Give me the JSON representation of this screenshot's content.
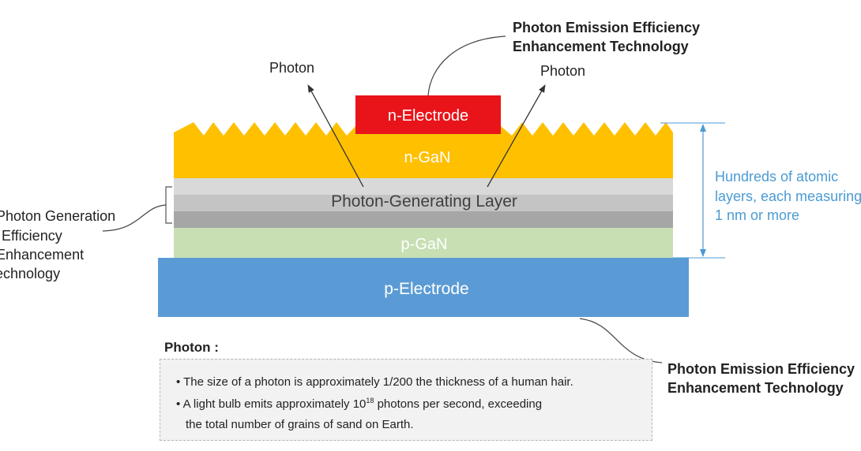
{
  "colors": {
    "n_electrode": "#e8141a",
    "n_gan": "#ffc000",
    "photon_layer_light": "#d9d9d9",
    "photon_layer_mid": "#c4c4c4",
    "photon_layer_dark": "#a6a6a6",
    "p_gan": "#c7dfb3",
    "p_electrode": "#5b9bd5",
    "thickness_annotation": "#4b9bd3"
  },
  "layers": {
    "n_electrode": "n-Electrode",
    "n_gan": "n-GaN",
    "photon_generating": "Photon-Generating Layer",
    "p_gan": "p-GaN",
    "p_electrode": "p-Electrode"
  },
  "photon_labels": {
    "left": "Photon",
    "right": "Photon"
  },
  "callouts": {
    "top_emission": [
      "Photon Emission Efficiency",
      "Enhancement Technology"
    ],
    "bottom_emission": [
      "Photon Emission Efficiency",
      "Enhancement Technology"
    ],
    "generation": [
      "Photon Generation",
      "Efficiency",
      "Enhancement",
      "Technology"
    ]
  },
  "thickness_note": [
    "Hundreds of atomic",
    "layers, each measuring",
    "1 nm or more"
  ],
  "photon_notes": {
    "heading": "Photon :",
    "line1": "• The size of a photon is approximately 1/200 the thickness of a human hair.",
    "line2_before": "• A light bulb emits approximately 10",
    "line2_exponent": "18",
    "line2_after": " photons per second, exceeding",
    "line3": "the  total number of grains of sand on Earth."
  }
}
